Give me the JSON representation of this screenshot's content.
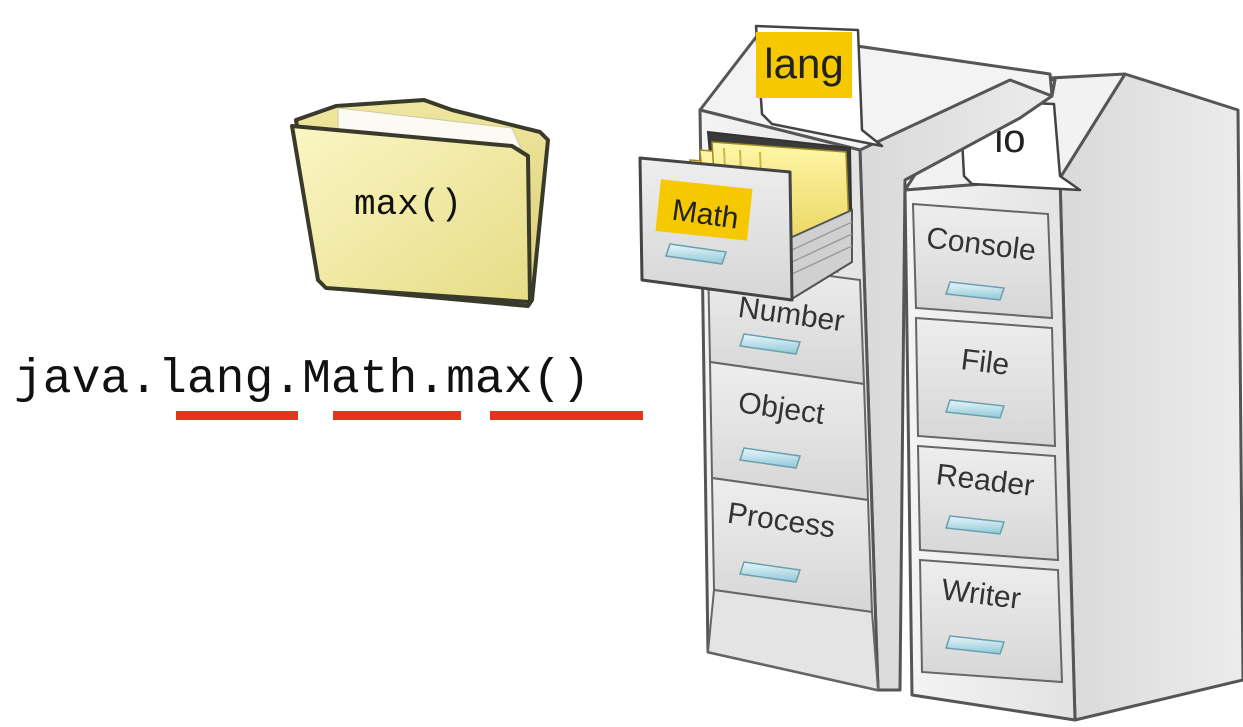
{
  "folder": {
    "label": "max()"
  },
  "qualified_name": {
    "part_java": "java.",
    "part_lang": "lang",
    "dot_1": ".",
    "part_math": "Math",
    "dot_2": ".",
    "part_max": "max()",
    "underline_color": "#e8341c"
  },
  "cabinet_lang": {
    "tag": "lang",
    "tag_color": "#f5c800",
    "open_drawer": {
      "label": "Math",
      "label_color": "#f5c800"
    },
    "drawers": [
      {
        "label": "Number"
      },
      {
        "label": "Object"
      },
      {
        "label": "Process"
      }
    ]
  },
  "cabinet_io": {
    "tag": "io",
    "drawers": [
      {
        "label": "Console"
      },
      {
        "label": "File"
      },
      {
        "label": "Reader"
      },
      {
        "label": "Writer"
      }
    ]
  }
}
